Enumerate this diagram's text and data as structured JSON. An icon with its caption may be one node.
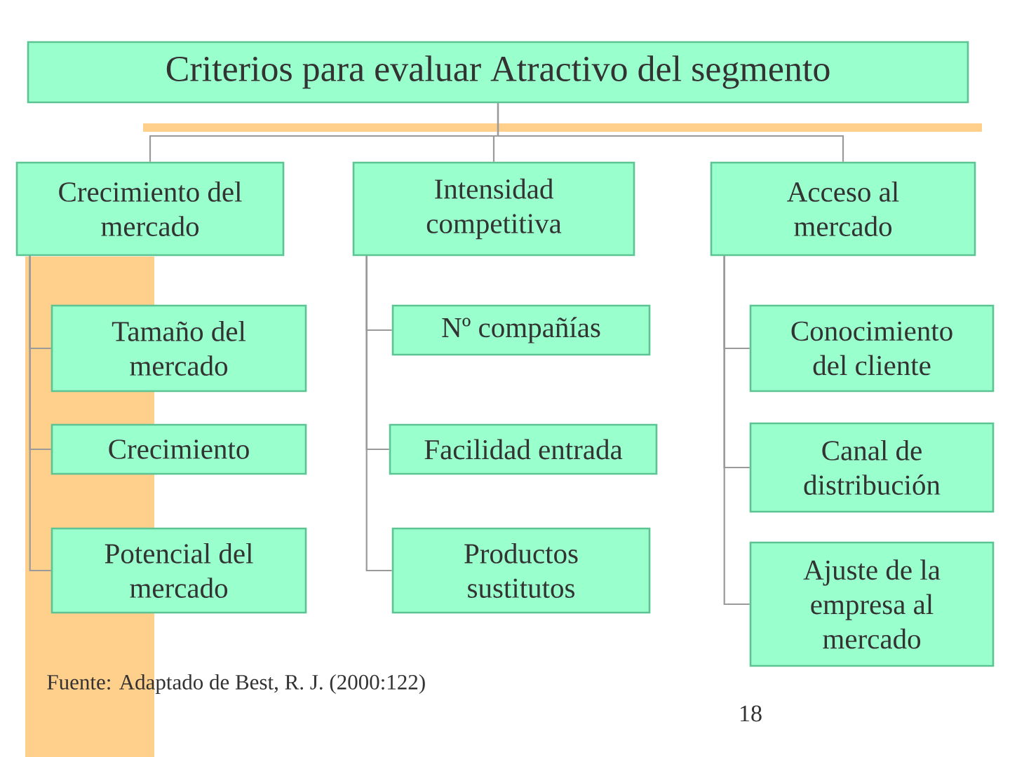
{
  "diagram": {
    "nodes": [
      {
        "text": [
          "Criterios para evaluar Atractivo del segmento"
        ]
      },
      {
        "text": [
          "Crecimiento del mercado"
        ]
      },
      {
        "text": [
          "Intensidad competitiva"
        ]
      },
      {
        "text": [
          "Acceso al mercado"
        ]
      },
      {
        "text": [
          "Tamaño del mercado"
        ]
      },
      {
        "text": [
          "Crecimiento"
        ]
      },
      {
        "text": [
          "Potencial del mercado"
        ]
      },
      {
        "text": [
          "Nº compañías"
        ]
      },
      {
        "text": [
          "Facilidad entrada"
        ]
      },
      {
        "text": [
          "Productos sustitutos"
        ]
      },
      {
        "text": [
          "Conocimiento del cliente"
        ]
      },
      {
        "text": [
          "Canal de distribución"
        ]
      },
      {
        "text": [
          "Ajuste de la empresa al mercado"
        ]
      }
    ],
    "edges": [
      {
        "from": 0,
        "to": 1,
        "arrow": "none"
      },
      {
        "from": 0,
        "to": 2,
        "arrow": "none"
      },
      {
        "from": 0,
        "to": 3,
        "arrow": "none"
      },
      {
        "from": 1,
        "to": 4,
        "arrow": "none"
      },
      {
        "from": 1,
        "to": 5,
        "arrow": "none"
      },
      {
        "from": 1,
        "to": 6,
        "arrow": "none"
      },
      {
        "from": 2,
        "to": 7,
        "arrow": "none"
      },
      {
        "from": 2,
        "to": 8,
        "arrow": "none"
      },
      {
        "from": 2,
        "to": 9,
        "arrow": "none"
      },
      {
        "from": 3,
        "to": 10,
        "arrow": "none"
      },
      {
        "from": 3,
        "to": 11,
        "arrow": "none"
      },
      {
        "from": 3,
        "to": 12,
        "arrow": "none"
      }
    ],
    "labels": [
      "Fuente: Adaptado de Best, R. J. (2000:122)",
      "18"
    ]
  }
}
